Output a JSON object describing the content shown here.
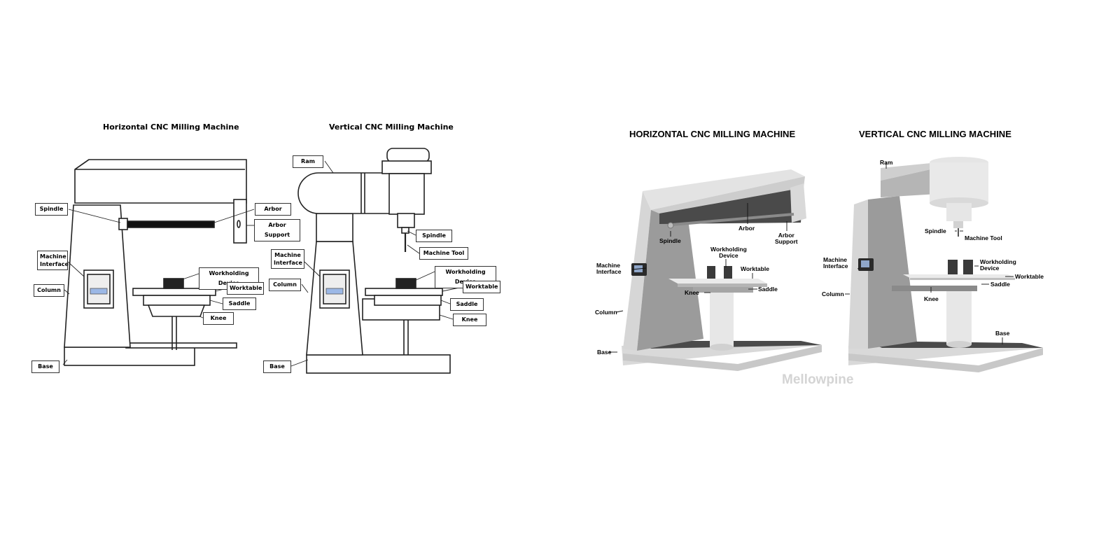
{
  "left_diagram": {
    "horizontal_title": "Horizontal CNC Milling Machine",
    "vertical_title": "Vertical CNC Milling Machine",
    "horizontal_labels": {
      "spindle": "Spindle",
      "arbor": "Arbor",
      "arbor_support": "Arbor Support",
      "machine_interface_line1": "Machine",
      "machine_interface_line2": "Interface",
      "column": "Column",
      "workholding_device": "Workholding Device",
      "worktable": "Worktable",
      "saddle": "Saddle",
      "knee": "Knee",
      "base": "Base"
    },
    "vertical_labels": {
      "ram": "Ram",
      "spindle": "Spindle",
      "machine_tool": "Machine Tool",
      "machine_interface_line1": "Machine",
      "machine_interface_line2": "Interface",
      "column": "Column",
      "workholding_device": "Workholding Device",
      "worktable": "Worktable",
      "saddle": "Saddle",
      "knee": "Knee",
      "base": "Base"
    }
  },
  "right_diagram": {
    "horizontal_title": "HORIZONTAL CNC MILLING MACHINE",
    "vertical_title": "VERTICAL CNC MILLING MACHINE",
    "horizontal_labels": {
      "spindle": "Spindle",
      "arbor": "Arbor",
      "arbor_support_line1": "Arbor",
      "arbor_support_line2": "Support",
      "machine_interface_line1": "Machine",
      "machine_interface_line2": "Interface",
      "workholding_line1": "Workholding",
      "workholding_line2": "Device",
      "worktable": "Worktable",
      "knee": "Knee",
      "saddle": "Saddle",
      "column": "Column",
      "base": "Base"
    },
    "vertical_labels": {
      "ram": "Ram",
      "spindle": "Spindle",
      "machine_tool": "Machine Tool",
      "machine_interface_line1": "Machine",
      "machine_interface_line2": "Interface",
      "workholding_line1": "Workholding",
      "workholding_line2": "Device",
      "worktable": "Worktable",
      "saddle": "Saddle",
      "knee": "Knee",
      "column": "Column",
      "base": "Base"
    },
    "watermark": "Mellowpine"
  }
}
